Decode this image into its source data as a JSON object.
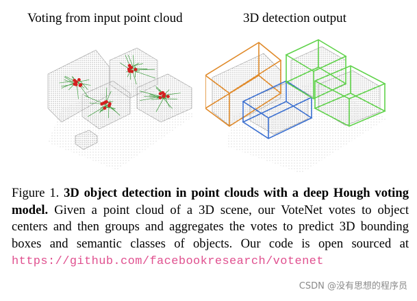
{
  "panels": {
    "left_title": "Voting from input point cloud",
    "right_title": "3D detection output"
  },
  "caption": {
    "fig_label": "Figure 1.",
    "bold_title": "3D object detection in point clouds with a deep Hough voting model.",
    "body": "Given a point cloud of a 3D scene, our VoteNet votes to object centers and then groups and aggregates the votes to predict 3D bounding boxes and semantic classes of objects. Our code is open sourced at",
    "link_part1": "https://github.com/",
    "link_part2": "facebookresearch/votenet"
  },
  "watermark": "CSDN @没有思想的程序员",
  "colors": {
    "vote_lines": "#3a9a3a",
    "vote_points": "#d42020",
    "box_orange": "#e08a2a",
    "box_blue": "#3a6fd0",
    "box_green": "#5fd24a"
  }
}
